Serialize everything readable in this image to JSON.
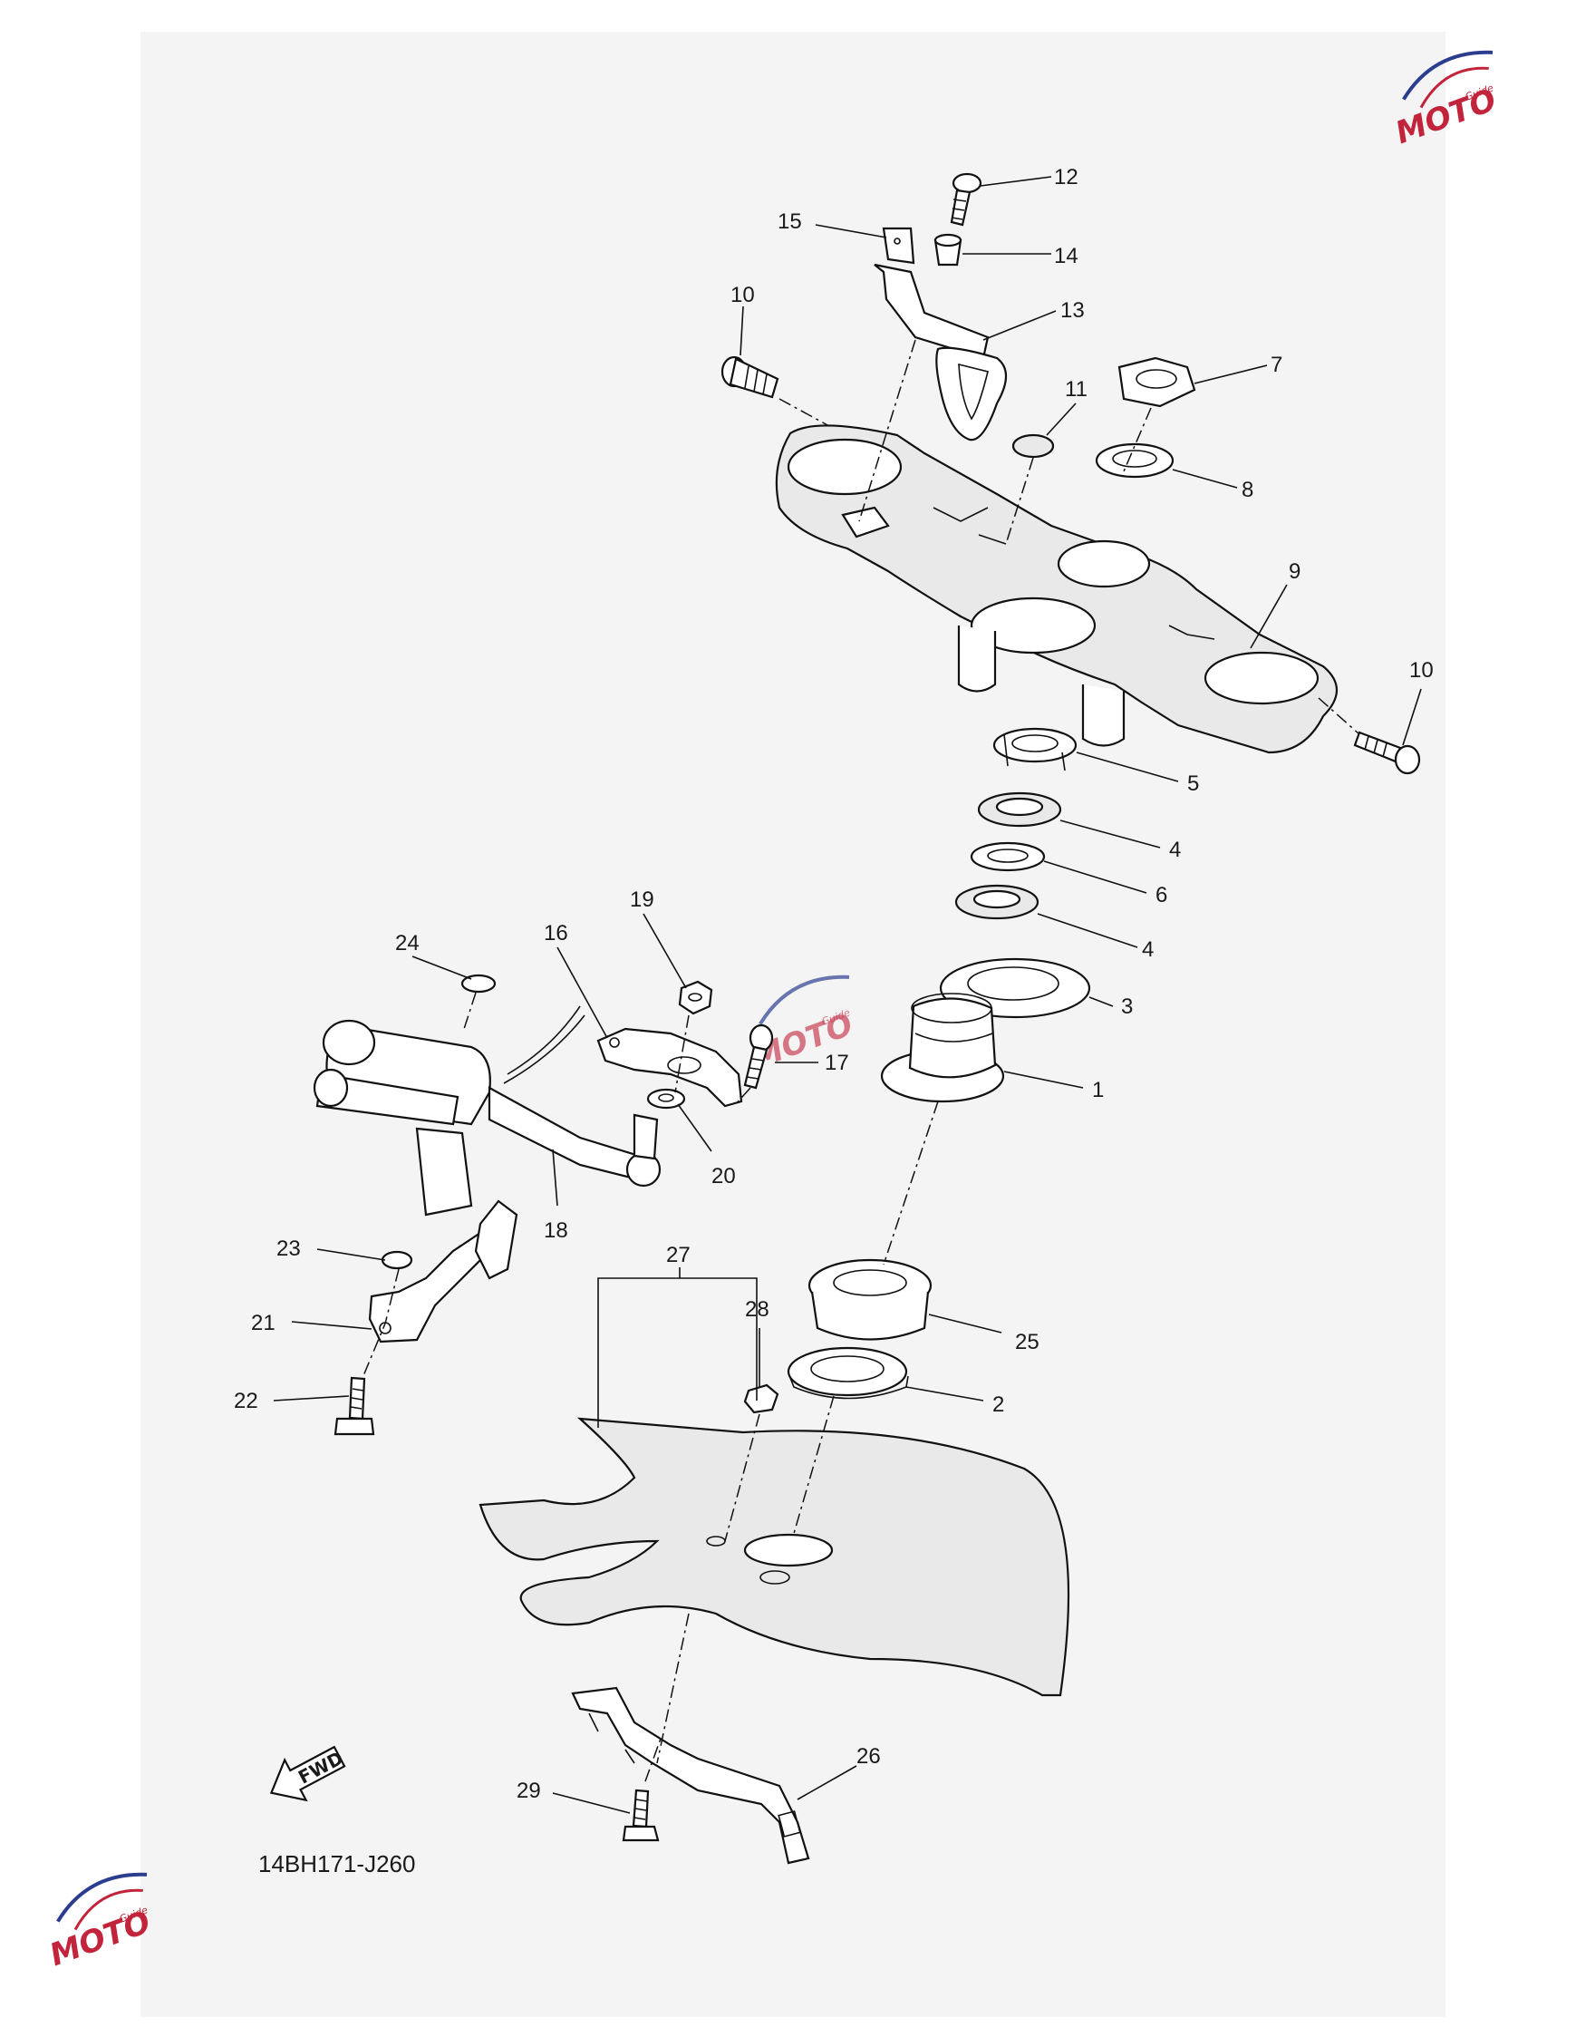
{
  "diagram": {
    "part_numbers": [
      "1",
      "2",
      "3",
      "4",
      "5",
      "6",
      "7",
      "8",
      "9",
      "10",
      "11",
      "12",
      "13",
      "14",
      "15",
      "16",
      "17",
      "18",
      "19",
      "20",
      "21",
      "22",
      "23",
      "24",
      "25",
      "26",
      "27",
      "28",
      "29"
    ],
    "labels": {
      "p12": "12",
      "p15": "15",
      "p14": "14",
      "p10a": "10",
      "p13": "13",
      "p7": "7",
      "p11": "11",
      "p8": "8",
      "p9": "9",
      "p10b": "10",
      "p5": "5",
      "p4a": "4",
      "p6": "6",
      "p4b": "4",
      "p19": "19",
      "p16": "16",
      "p24": "24",
      "p3": "3",
      "p17": "17",
      "p1": "1",
      "p20": "20",
      "p18": "18",
      "p27": "27",
      "p23": "23",
      "p28": "28",
      "p25": "25",
      "p21": "21",
      "p2": "2",
      "p22": "22",
      "p26": "26",
      "p29": "29"
    },
    "fwd_arrow_text": "FWD",
    "diagram_code": "14BH171-J260"
  },
  "watermark": {
    "logo_text": "MOTO",
    "sub_text": "Guide",
    "color": "#c2243b"
  },
  "colors": {
    "line": "#111111",
    "background": "#f4f4f4",
    "part_fill": "#ffffff",
    "shade_fill": "#e9e9e9"
  }
}
